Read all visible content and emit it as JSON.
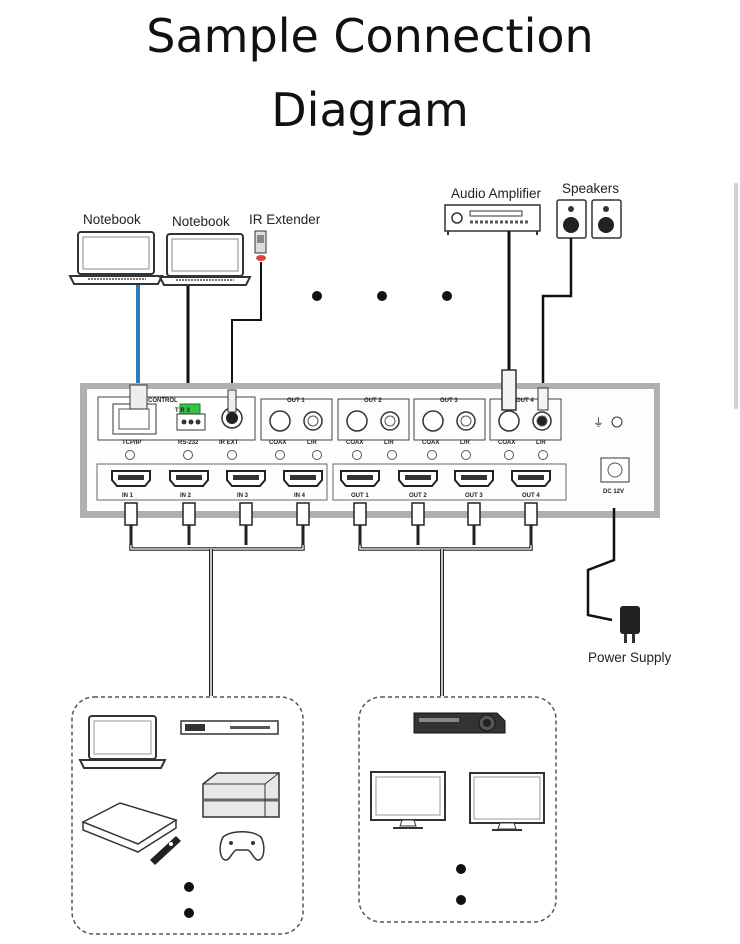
{
  "title": {
    "line1": "Sample Connection",
    "line2": "Diagram"
  },
  "labels": {
    "notebook_1": "Notebook",
    "notebook_2": "Notebook",
    "ir_extender": "IR Extender",
    "audio_amplifier": "Audio Amplifier",
    "speakers": "Speakers",
    "power_supply": "Power Supply"
  },
  "panel": {
    "control": "CONTROL",
    "tcpip": "TCP/IP",
    "rs232": "RS-232",
    "txrx": "T  R  X",
    "ir_ext": "IR EXT",
    "audio_outputs": [
      {
        "name": "OUT 1",
        "coax": "COAX",
        "lr": "L/R"
      },
      {
        "name": "OUT 2",
        "coax": "COAX",
        "lr": "L/R"
      },
      {
        "name": "OUT 3",
        "coax": "COAX",
        "lr": "L/R"
      },
      {
        "name": "OUT 4",
        "coax": "COAX",
        "lr": "L/R"
      }
    ],
    "hdmi_inputs": [
      "IN 1",
      "IN 2",
      "IN 3",
      "IN 4"
    ],
    "hdmi_outputs": [
      "OUT 1",
      "OUT 2",
      "OUT 3",
      "OUT 4"
    ],
    "dc": "DC 12V"
  },
  "ellipsis_dot": "•",
  "colors": {
    "ethernet_cable": "#2b7bbd",
    "terminal_block": "#36c24a"
  }
}
